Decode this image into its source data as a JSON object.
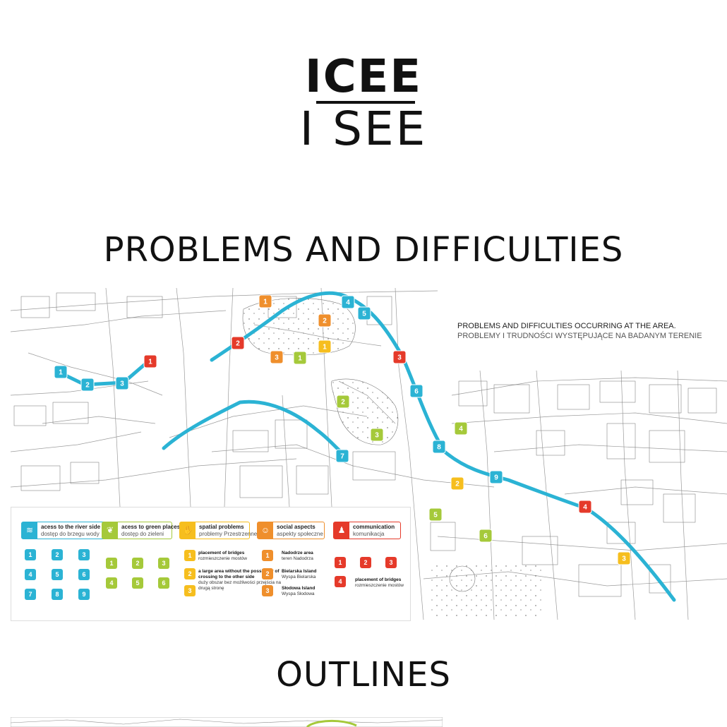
{
  "logo": {
    "top": "ICEE",
    "bottom": "I SEE"
  },
  "titles": {
    "problems": "PROBLEMS AND DIFFICULTIES",
    "outlines": "OUTLINES"
  },
  "caption": {
    "en": "PROBLEMS AND DIFFICULTIES OCCURRING AT THE AREA.",
    "pl": "PROBLEMY I TRUDNOŚCI WYSTĘPUJĄCE NA BADANYM TERENIE"
  },
  "colors": {
    "river": "#2bb3d4",
    "green": "#a5c93a",
    "yellow": "#f6be1e",
    "orange": "#ef8f2c",
    "red": "#e53a2a"
  },
  "legend": {
    "river": {
      "en": "acess to the river side",
      "pl": "dostęp do brzegu wody",
      "icon": "waves-icon",
      "items": [
        "1",
        "2",
        "3",
        "4",
        "5",
        "6",
        "7",
        "8",
        "9"
      ]
    },
    "green": {
      "en": "acess to green places",
      "pl": "dostęp do zieleni",
      "icon": "leaf-icon",
      "items": [
        "1",
        "2",
        "3",
        "4",
        "5",
        "6"
      ]
    },
    "spatial": {
      "en": "spatial problems",
      "pl": "problemy Przestrzenne",
      "icon": "hand-icon",
      "items": [
        {
          "num": "1",
          "en": "placement of bridges",
          "pl": "rozmieszczenie mostów"
        },
        {
          "num": "2",
          "en": "a large area without the possibility of crossing to the other side",
          "pl": "duży obszar bez możliwości przejścia na drugą stronę"
        },
        {
          "num": "3",
          "en": "",
          "pl": ""
        }
      ]
    },
    "social": {
      "en": "social aspects",
      "pl": "aspekty społeczne",
      "icon": "people-icon",
      "items": [
        {
          "num": "1",
          "en": "Nadodrze area",
          "pl": "teren Nadodrza"
        },
        {
          "num": "2",
          "en": "Bielarska Island",
          "pl": "Wyspa Bielarska"
        },
        {
          "num": "3",
          "en": "Słodowa Island",
          "pl": "Wyspa Słodowa"
        }
      ]
    },
    "communication": {
      "en": "communication",
      "pl": "komunikacja",
      "icon": "person-icon",
      "items": [
        "1",
        "2",
        "3",
        "4"
      ],
      "desc_en": "placement of bridges",
      "desc_pl": "rozmieszczenie mostów"
    }
  },
  "map_markers": [
    {
      "cat": "river",
      "num": "1"
    },
    {
      "cat": "river",
      "num": "2"
    },
    {
      "cat": "river",
      "num": "3"
    },
    {
      "cat": "river",
      "num": "4"
    },
    {
      "cat": "river",
      "num": "5"
    },
    {
      "cat": "river",
      "num": "6"
    },
    {
      "cat": "river",
      "num": "7"
    },
    {
      "cat": "river",
      "num": "8"
    },
    {
      "cat": "river",
      "num": "9"
    },
    {
      "cat": "red",
      "num": "1"
    },
    {
      "cat": "red",
      "num": "2"
    },
    {
      "cat": "red",
      "num": "3"
    },
    {
      "cat": "red",
      "num": "4"
    },
    {
      "cat": "orange",
      "num": "1"
    },
    {
      "cat": "orange",
      "num": "2"
    },
    {
      "cat": "orange",
      "num": "3"
    },
    {
      "cat": "yellow",
      "num": "1"
    },
    {
      "cat": "yellow",
      "num": "2"
    },
    {
      "cat": "yellow",
      "num": "3"
    },
    {
      "cat": "green",
      "num": "1"
    },
    {
      "cat": "green",
      "num": "2"
    },
    {
      "cat": "green",
      "num": "3"
    },
    {
      "cat": "green",
      "num": "4"
    },
    {
      "cat": "green",
      "num": "5"
    },
    {
      "cat": "green",
      "num": "6"
    }
  ]
}
